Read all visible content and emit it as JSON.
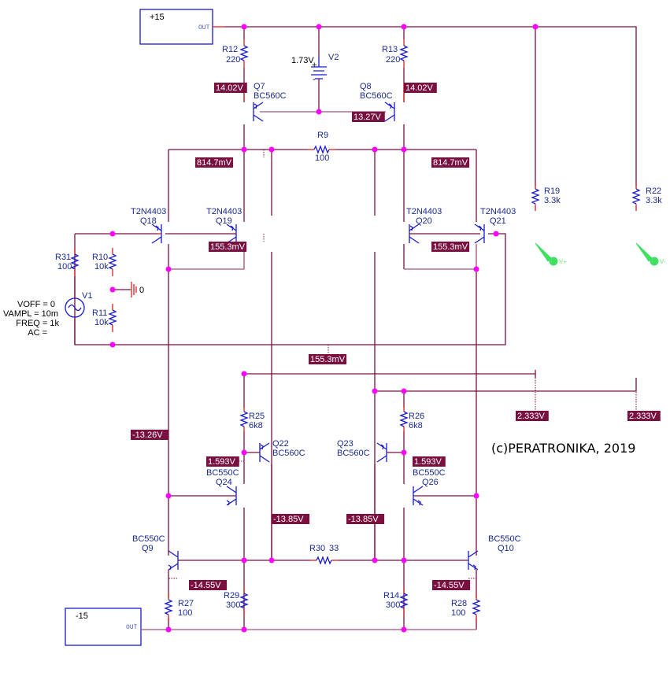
{
  "sources": {
    "pos_supply": {
      "label": "+15",
      "pin": "OUT"
    },
    "neg_supply": {
      "label": "-15",
      "pin": "OUT"
    },
    "v1": {
      "name": "V1",
      "params": [
        "VOFF = 0",
        "VAMPL = 10m",
        "FREQ = 1k",
        "AC ="
      ]
    },
    "v2": {
      "name": "V2",
      "value": "1.73V"
    },
    "ground": {
      "label": "0"
    }
  },
  "resistors": {
    "r12": {
      "name": "R12",
      "value": "220"
    },
    "r13": {
      "name": "R13",
      "value": "220"
    },
    "r9": {
      "name": "R9",
      "value": "100"
    },
    "r19": {
      "name": "R19",
      "value": "3.3k"
    },
    "r22": {
      "name": "R22",
      "value": "3.3k"
    },
    "r31": {
      "name": "R31",
      "value": "100"
    },
    "r10": {
      "name": "R10",
      "value": "10k"
    },
    "r11": {
      "name": "R11",
      "value": "10k"
    },
    "r25": {
      "name": "R25",
      "value": "6k8"
    },
    "r26": {
      "name": "R26",
      "value": "6k8"
    },
    "r30": {
      "name": "R30",
      "value": "33"
    },
    "r27": {
      "name": "R27",
      "value": "100"
    },
    "r29": {
      "name": "R29",
      "value": "300"
    },
    "r14": {
      "name": "R14",
      "value": "300"
    },
    "r28": {
      "name": "R28",
      "value": "100"
    }
  },
  "transistors": {
    "q7": {
      "name": "Q7",
      "model": "BC560C"
    },
    "q8": {
      "name": "Q8",
      "model": "BC560C"
    },
    "q18": {
      "name": "Q18",
      "model": "T2N4403"
    },
    "q19": {
      "name": "Q19",
      "model": "T2N4403"
    },
    "q20": {
      "name": "Q20",
      "model": "T2N4403"
    },
    "q21": {
      "name": "Q21",
      "model": "T2N4403"
    },
    "q22": {
      "name": "Q22",
      "model": "BC560C"
    },
    "q23": {
      "name": "Q23",
      "model": "BC560C"
    },
    "q24": {
      "name": "Q24",
      "model": "BC550C"
    },
    "q26": {
      "name": "Q26",
      "model": "BC550C"
    },
    "q9": {
      "name": "Q9",
      "model": "BC550C"
    },
    "q10": {
      "name": "Q10",
      "model": "BC550C"
    }
  },
  "voltage_labels": {
    "q7_emitter": "14.02V",
    "q8_emitter": "14.02V",
    "q7q8_base": "13.27V",
    "left_collector": "814.7mV",
    "right_collector": "814.7mV",
    "left_emitter": "155.3mV",
    "right_emitter": "155.3mV",
    "input_return": "155.3mV",
    "q9_base": "-13.26V",
    "q24_collector": "1.593V",
    "q26_collector": "1.593V",
    "q22_collector": "-13.85V",
    "q23_collector": "-13.85V",
    "q9_emitter": "-14.55V",
    "q10_emitter": "-14.55V",
    "vplus_node": "2.333V",
    "vminus_node": "2.333V"
  },
  "probes": {
    "vplus": "V+",
    "vminus": "V-"
  },
  "copyright": "(c)PERATRONIKA, 2019"
}
